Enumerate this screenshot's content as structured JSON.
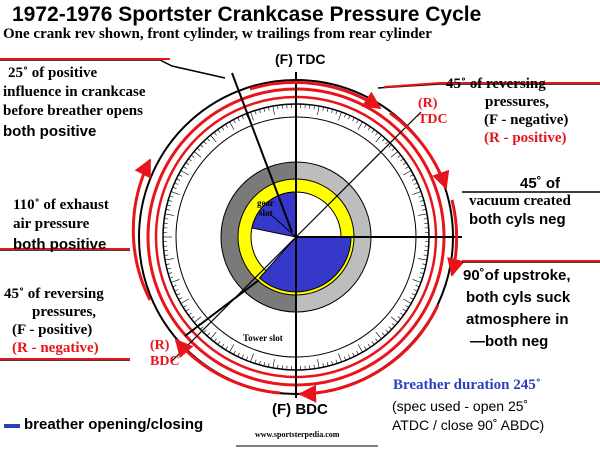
{
  "title": "1972-1976 Sportster Crankcase Pressure Cycle",
  "subtitle": "One crank rev shown, front cylinder, w trailings from rear cylinder",
  "markers": {
    "f_tdc": "(F) TDC",
    "r_tdc_line1": "(R)",
    "r_tdc_line2": "TDC",
    "r_bdc_line1": "(R)",
    "r_bdc_line2": "BDC",
    "f_bdc": "(F) BDC"
  },
  "wheel_labels": {
    "gear_slot_line1": "gear",
    "gear_slot_line2": "slot",
    "tower_slot": "Tower slot"
  },
  "annotations": {
    "top_left": {
      "line1": "25˚ of positive",
      "line2": "influence in crankcase",
      "line3": "before breather opens",
      "line4": "both positive"
    },
    "mid_left": {
      "line1": "110˚ of exhaust",
      "line2": "air pressure",
      "line3": "both positive"
    },
    "bottom_left": {
      "line1": "45˚ of reversing",
      "line2": "pressures,",
      "line3": "(F - positive)",
      "line4": "(R - negative)"
    },
    "top_right": {
      "line1": "45˚ of reversing",
      "line2": "pressures,",
      "line3": "(F - negative)",
      "line4": "(R - positive)"
    },
    "mid_right": {
      "line1": "45˚ of",
      "line2": "vacuum created",
      "line3": "both cyls neg"
    },
    "lower_right": {
      "line1": "90˚of upstroke,",
      "line2": "both cyls suck",
      "line3": "atmosphere in",
      "line4": "—both neg"
    }
  },
  "breather": {
    "title": "Breather duration 245˚",
    "line1": "(spec used - open 25˚",
    "line2": "ATDC / close 90˚ ABDC)"
  },
  "legend": {
    "label": "breather opening/closing"
  },
  "website": "www.sportsterpedia.com",
  "colors": {
    "red": "#e8141a",
    "blue": "#2b3fbf",
    "yellow": "#ffff00",
    "dark_gray": "#7a7a7a",
    "light_gray": "#bdbdbd"
  }
}
